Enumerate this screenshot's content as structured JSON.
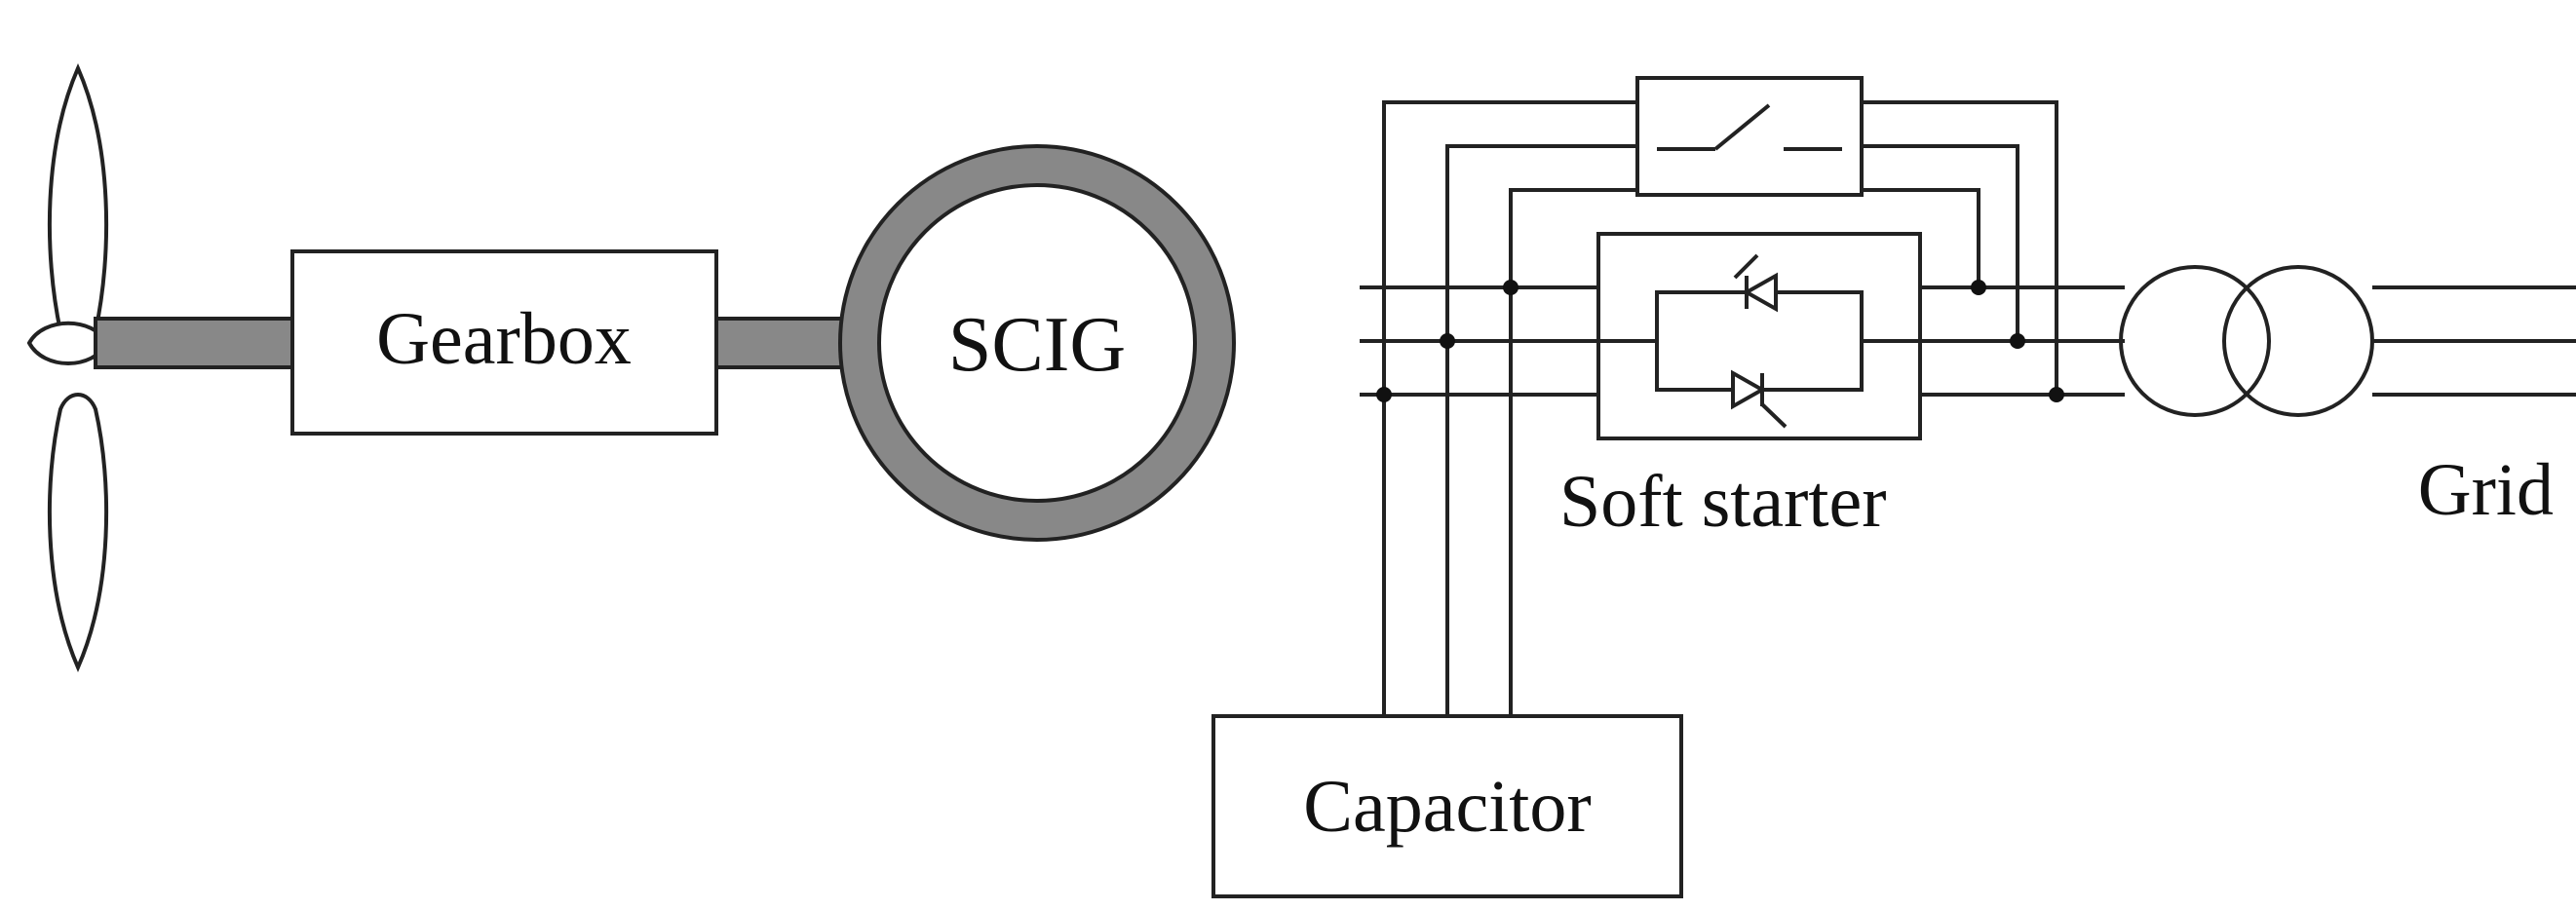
{
  "labels": {
    "gearbox": "Gearbox",
    "generator": "SCIG",
    "soft_starter": "Soft starter",
    "grid": "Grid",
    "capacitor": "Capacitor"
  },
  "icons": [
    "wind-turbine-rotor-icon",
    "switch-icon",
    "thyristor-icon",
    "transformer-icon"
  ],
  "colors": {
    "line": "#222222",
    "shaft": "#888888",
    "stator_ring": "#888888"
  }
}
